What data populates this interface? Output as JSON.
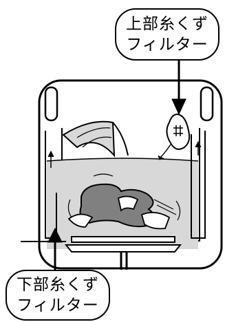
{
  "labels": {
    "upper_filter": {
      "line1": "上部糸くず",
      "line2": "フィルター"
    },
    "lower_filter": {
      "line1": "下部糸くず",
      "line2": "フィルター"
    }
  },
  "colors": {
    "water": "#d8d8d8",
    "clothes": "#808080",
    "outline": "#000000",
    "background": "#ffffff"
  }
}
